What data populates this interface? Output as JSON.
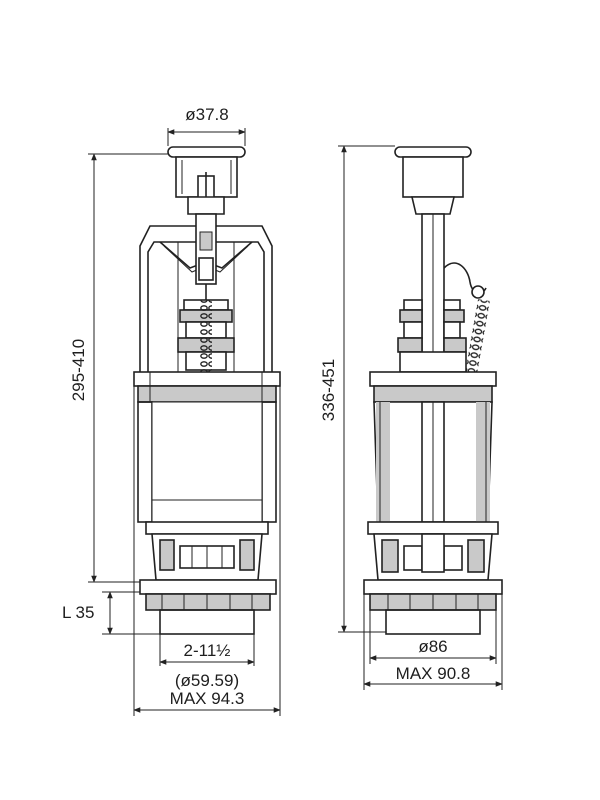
{
  "dimensions": {
    "button_diameter": "ø37.8",
    "height_left": "295-410",
    "height_right": "336-451",
    "thread_length": "L 35",
    "thread_size": "2-11½",
    "thread_diameter": "(ø59.59)",
    "max_left": "MAX 94.3",
    "base_diameter": "ø86",
    "max_right": "MAX 90.8"
  }
}
